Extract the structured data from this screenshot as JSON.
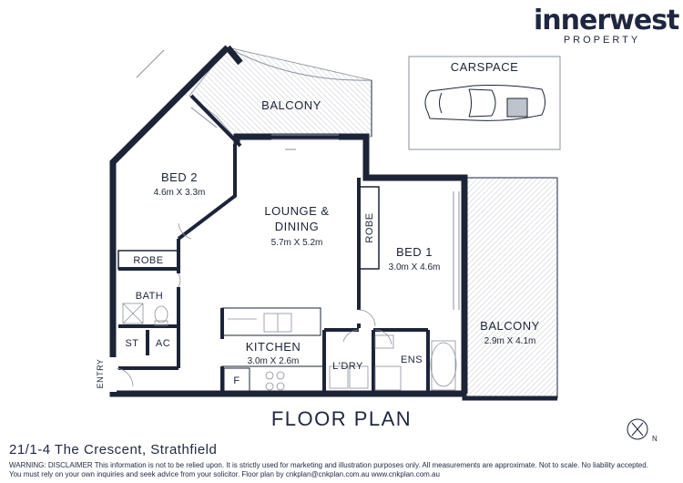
{
  "brand": {
    "name": "innerwest",
    "subtitle": "PROPERTY"
  },
  "rooms": {
    "balcony_top": {
      "name": "BALCONY"
    },
    "bed2": {
      "name": "BED 2",
      "size": "4.6m X 3.3m"
    },
    "lounge": {
      "name_line1": "LOUNGE &",
      "name_line2": "DINING",
      "size": "5.7m X 5.2m"
    },
    "bed1": {
      "name": "BED 1",
      "size": "3.0m X 4.6m"
    },
    "balcony_right": {
      "name": "BALCONY",
      "size": "2.9m X 4.1m"
    },
    "kitchen": {
      "name": "KITCHEN",
      "size": "3.0m X 2.6m"
    },
    "robe_bed2": "ROBE",
    "robe_bed1": "ROBE",
    "bath": "BATH",
    "st": "ST",
    "ac": "AC",
    "laundry": "L'DRY",
    "ens": "ENS",
    "fridge": "F",
    "entry": "ENTRY",
    "carspace": "CARSPACE"
  },
  "compass": {
    "label": "N"
  },
  "footer": {
    "title": "FLOOR PLAN",
    "address": "21/1-4 The Crescent, Strathfield",
    "disclaimer_line1": "WARNING: DISCLAIMER This information is not to be relied upon. It is strictly used for marketing and illustration purposes only. All measurements are approximate. Not to scale. No liability accepted.",
    "disclaimer_line2": "You must rely on your own inquiries and seek advice from your solicitor. Floor plan by cnkplan@cnkplan.com.au www.cnkplan.com.au"
  },
  "colors": {
    "wall": "#1d2438",
    "line": "#8a8f9c",
    "hatch": "#c9ccd3"
  }
}
